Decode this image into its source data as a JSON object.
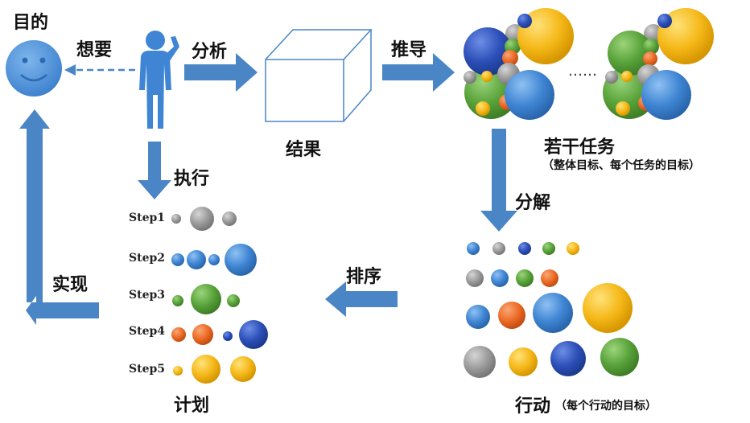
{
  "labels": {
    "goal": "目的",
    "want": "想要",
    "analyze": "分析",
    "result": "结果",
    "derive": "推导",
    "tasks": "若干任务",
    "tasks_note": "（整体目标、每个任务的目标）",
    "decompose": "分解",
    "sort": "排序",
    "execute": "执行",
    "realize": "实现",
    "plan": "计划",
    "actions": "行动",
    "actions_note": "（每个行动的目标）",
    "ellipsis": "……"
  },
  "steps": [
    "Step1",
    "Step2",
    "Step3",
    "Step4",
    "Step5"
  ],
  "colors": {
    "arrow": "#4a86c5",
    "blue": "#3f85d3",
    "dark_blue": "#2c4fb8",
    "gray": "#9a9a9a",
    "green": "#58a23a",
    "orange": "#ec6a25",
    "yellow": "#f5b818"
  }
}
